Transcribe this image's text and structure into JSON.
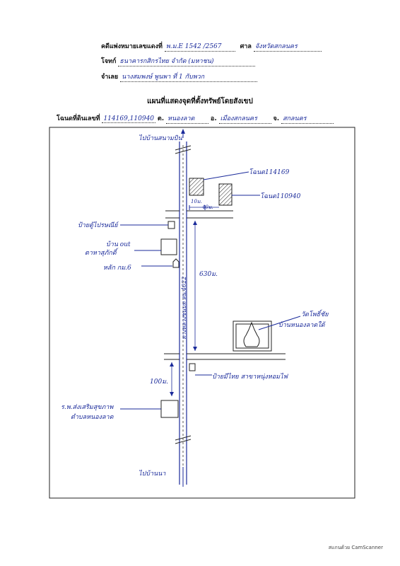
{
  "header": {
    "row1_label": "คดีแพ่งหมายเลขแดงที่",
    "row1_value": "พ.ม.E 1542 /2567",
    "row1_court_label": "ศาล",
    "row1_court_value": "จังหวัดสกลนคร",
    "row2_label": "โจทก์",
    "row2_value": "ธนาคารกสิกรไทย จำกัด (มหาชน)",
    "row3_label": "จำเลย",
    "row3_value": "นางสมพงษ์ พูนพา ที่ 1 กับพวก"
  },
  "title": "แผนที่แสดงจุดที่ตั้งทรัพย์โดยสังเขป",
  "land_row": {
    "label_deed": "โฉนดที่ดินเลขที่",
    "deed_value": "114169,110940",
    "label_subdistrict": "ต.",
    "subdistrict": "หนองลาด",
    "label_district": "อ.",
    "district": "เมืองสกลนคร",
    "label_province": "จ.",
    "province": "สกลนคร"
  },
  "map": {
    "top_road": "ไปบ้านสนามบิน",
    "bottom_road": "ไปบ้านนา",
    "deed1": "โฉนด114169",
    "deed2": "โฉนด110940",
    "dist_10": "10ม.",
    "dist_40": "40ม.",
    "sign_left": "ป้ายตู้ไปรษณีย์",
    "house_label_1": "บ้าน out",
    "house_label_2": "ตาหาสุภักดิ์",
    "km_marker": "หลัก กม.6",
    "highway": "ทางหลวงชนบท สน.4022",
    "dist_630": "630ม.",
    "temple_1": "วัดโพธิ์ชัย",
    "temple_2": "บ้านหนองลาดใต้",
    "dist_100": "100ม.",
    "sign_right": "ป้ายมีไทย สาขาหนุ่งหอมไฟ",
    "hospital_1": "ร.พ.ส่งเสริมสุขภาพ",
    "hospital_2": "ตำบลหนองลาด"
  },
  "footer": "สแกนด้วย CamScanner"
}
